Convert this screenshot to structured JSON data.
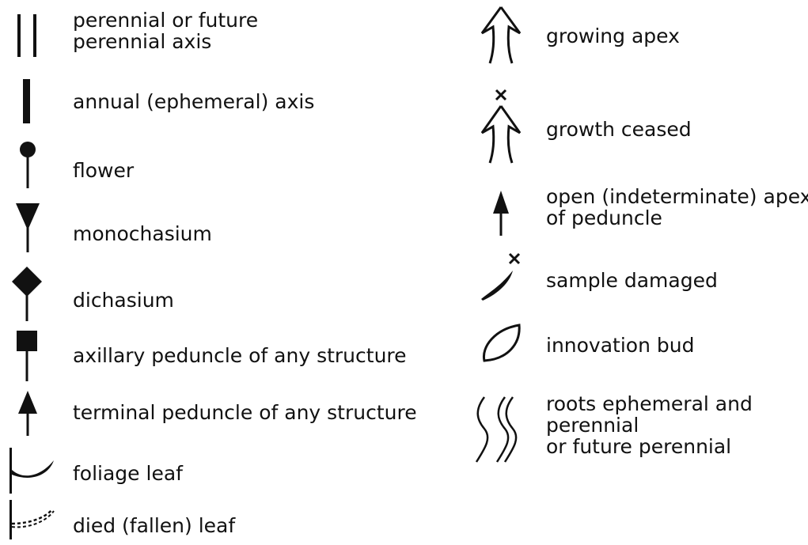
{
  "legend": {
    "left_column": [
      {
        "id": "perennial-axis",
        "icon": "double-vertical-bars",
        "lines": [
          "perennial or future",
          "perennial axis"
        ]
      },
      {
        "id": "annual-axis",
        "icon": "thick-vertical-bar",
        "lines": [
          "annual (ephemeral) axis"
        ]
      },
      {
        "id": "flower",
        "icon": "circle-on-stem",
        "lines": [
          "flower"
        ]
      },
      {
        "id": "monochasium",
        "icon": "down-triangle-on-stem",
        "lines": [
          "monochasium"
        ]
      },
      {
        "id": "dichasium",
        "icon": "diamond-on-stem",
        "lines": [
          "dichasium"
        ]
      },
      {
        "id": "axillary-peduncle",
        "icon": "square-on-stem",
        "lines": [
          "axillary peduncle of any structure"
        ]
      },
      {
        "id": "terminal-peduncle",
        "icon": "up-arrow-on-stem",
        "lines": [
          "terminal peduncle of any structure"
        ]
      },
      {
        "id": "foliage-leaf",
        "icon": "solid-leaf-on-axis",
        "lines": [
          "foliage leaf"
        ]
      },
      {
        "id": "died-leaf",
        "icon": "dashed-leaf-on-axis",
        "lines": [
          "died (fallen) leaf"
        ]
      }
    ],
    "right_column": [
      {
        "id": "growing-apex",
        "icon": "open-arrow-apex",
        "lines": [
          "growing apex"
        ]
      },
      {
        "id": "growth-ceased",
        "icon": "crossed-open-arrow-apex",
        "lines": [
          "growth ceased"
        ]
      },
      {
        "id": "open-apex",
        "icon": "thin-up-arrow",
        "lines": [
          "open (indeterminate) apex",
          "of peduncle"
        ]
      },
      {
        "id": "sample-damaged",
        "icon": "crossed-curved-stroke",
        "lines": [
          "sample damaged"
        ]
      },
      {
        "id": "innovation-bud",
        "icon": "bud-outline",
        "lines": [
          "innovation bud"
        ]
      },
      {
        "id": "roots",
        "icon": "wavy-roots",
        "lines": [
          "roots ephemeral and",
          "perennial",
          "or future perennial"
        ]
      }
    ]
  }
}
